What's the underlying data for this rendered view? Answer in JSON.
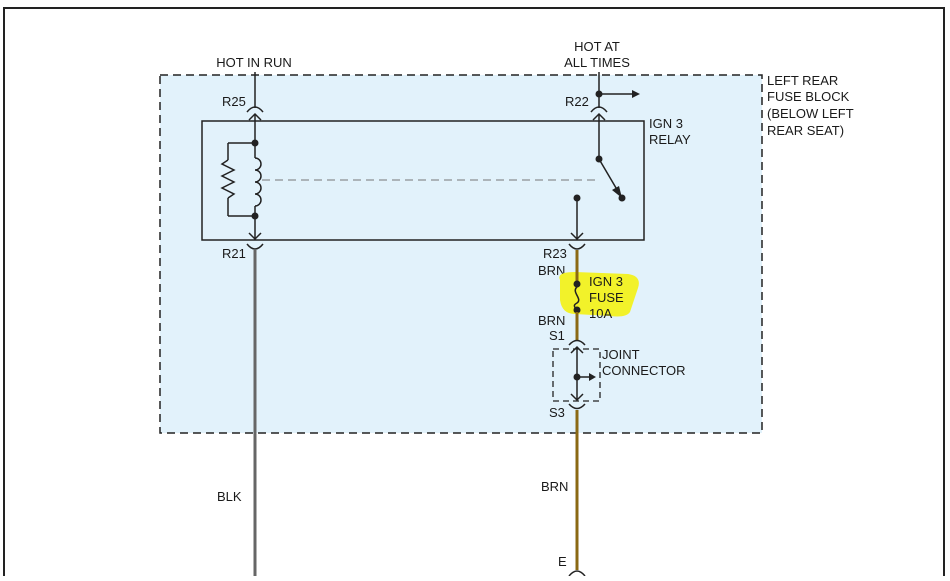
{
  "diagram": {
    "colors": {
      "frame": "#222222",
      "fuse_block_fill": "#e2f2fb",
      "relay_fill": "#e2f2fb",
      "wire_black": "#666666",
      "wire_brown": "#8b6914",
      "highlight": "#f2f22a",
      "line": "#222222"
    },
    "labels": {
      "hot_in_run": "HOT IN RUN",
      "hot_at_line1": "HOT AT",
      "hot_at_line2": "ALL TIMES",
      "fuse_block_line1": "LEFT REAR",
      "fuse_block_line2": "FUSE BLOCK",
      "fuse_block_line3": "(BELOW LEFT",
      "fuse_block_line4": "REAR SEAT)",
      "relay_line1": "IGN 3",
      "relay_line2": "RELAY",
      "fuse_line1": "IGN 3",
      "fuse_line2": "FUSE",
      "fuse_line3": "10A",
      "joint_line1": "JOINT",
      "joint_line2": "CONNECTOR"
    },
    "terminals": {
      "r25": "R25",
      "r22": "R22",
      "r21": "R21",
      "r23": "R23",
      "s1": "S1",
      "s3": "S3",
      "e": "E"
    },
    "wire_colors": {
      "brn_upper": "BRN",
      "brn_lower": "BRN",
      "brn_bottom": "BRN",
      "blk": "BLK"
    }
  }
}
